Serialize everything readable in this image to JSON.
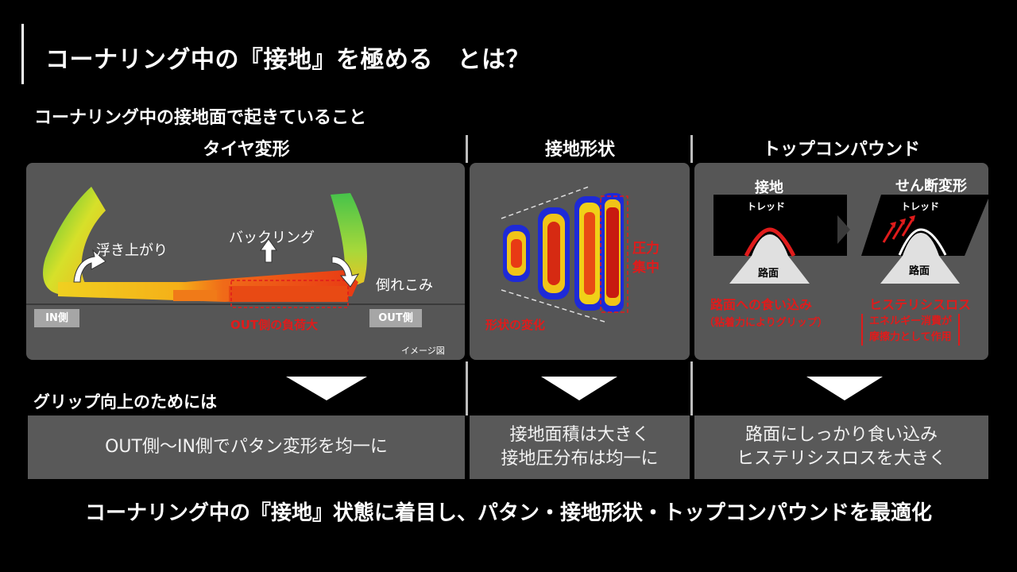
{
  "title": "コーナリング中の『接地』を極める　とは？",
  "subtitle": "コーナリング中の接地面で起きていること",
  "columns": {
    "deformation": "タイヤ変形",
    "contact_shape": "接地形状",
    "top_compound": "トップコンパウンド"
  },
  "deformation_panel": {
    "lift": "浮き上がり",
    "buckling": "バックリング",
    "fall": "倒れこみ",
    "in_side": "IN側",
    "out_side": "OUT側",
    "load": "OUT側の負荷大",
    "image_note": "イメージ図"
  },
  "contact_panel": {
    "pressure_1": "圧力",
    "pressure_2": "集中",
    "shape_change": "形状の変化"
  },
  "compound_panel": {
    "contact": "接地",
    "shear": "せん断変形",
    "tread_left": "トレッド",
    "tread_right": "トレッド",
    "road_left": "路面",
    "road_right": "路面",
    "bite": "路面への食い込み",
    "bite_note": "（粘着力によりグリップ）",
    "hysteresis": "ヒステリシスロス",
    "energy_1": "エネルギー消費が",
    "energy_2": "摩擦力として作用"
  },
  "grip_heading": "グリップ向上のためには",
  "grip": {
    "deformation": "OUT側～IN側でパタン変形を均一に",
    "contact_1": "接地面積は大きく",
    "contact_2": "接地圧分布は均一に",
    "compound_1": "路面にしっかり食い込み",
    "compound_2": "ヒステリシスロスを大きく"
  },
  "conclusion": "コーナリング中の『接地』状態に着目し、パタン・接地形状・トップコンパウンドを最適化",
  "colors": {
    "background": "#000000",
    "panel": "#565656",
    "accent_red": "#e01b1b",
    "tag": "#a6a6a6"
  }
}
